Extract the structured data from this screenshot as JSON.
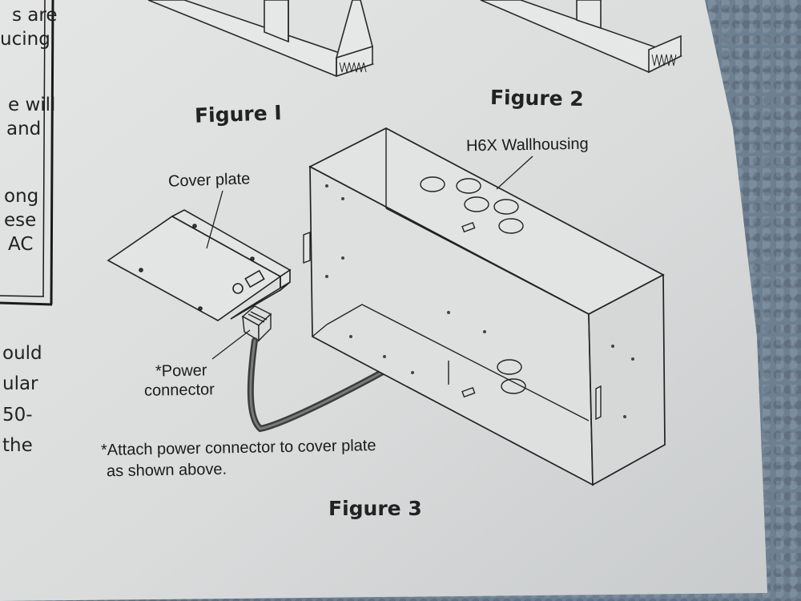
{
  "document": {
    "left_column_fragments": [
      "s are",
      "ucing",
      "e will",
      "and",
      "ong",
      "ese",
      "AC",
      "ould",
      "ular",
      "50-",
      "the"
    ],
    "figure1": {
      "title": "Figure I",
      "cover_plate_label": "Cover plate",
      "power_connector_label_line1": "*Power",
      "power_connector_label_line2": "connector"
    },
    "figure2": {
      "title": "Figure 2",
      "housing_label": "H6X Wallhousing"
    },
    "note": {
      "line1": "*Attach power connector to cover plate",
      "line2": "as shown above."
    },
    "figure3": {
      "title": "Figure 3"
    }
  },
  "colors": {
    "paper": "#d8dadb",
    "ink": "#1b1b1b",
    "towel": "#6d8092"
  }
}
